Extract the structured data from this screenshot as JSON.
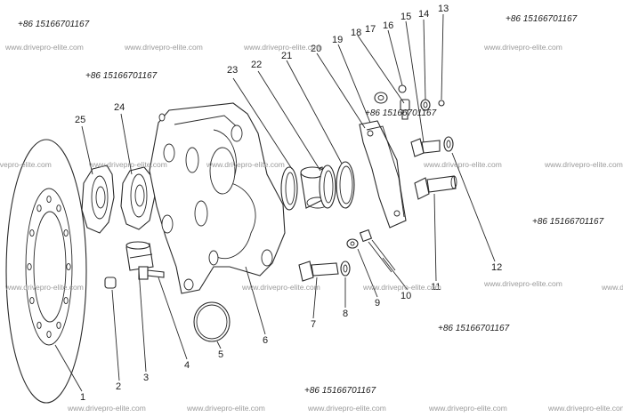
{
  "watermarks": {
    "phone": "+86 15166701167",
    "site": "www.drivepro-elite.com"
  },
  "callouts": [
    {
      "id": "1",
      "text": "1"
    },
    {
      "id": "2",
      "text": "2"
    },
    {
      "id": "3",
      "text": "3"
    },
    {
      "id": "4",
      "text": "4"
    },
    {
      "id": "5",
      "text": "5"
    },
    {
      "id": "6",
      "text": "6"
    },
    {
      "id": "7",
      "text": "7"
    },
    {
      "id": "8",
      "text": "8"
    },
    {
      "id": "9",
      "text": "9"
    },
    {
      "id": "10",
      "text": "10"
    },
    {
      "id": "11",
      "text": "11"
    },
    {
      "id": "12",
      "text": "12"
    },
    {
      "id": "13",
      "text": "13"
    },
    {
      "id": "14",
      "text": "14"
    },
    {
      "id": "15",
      "text": "15"
    },
    {
      "id": "16",
      "text": "16"
    },
    {
      "id": "17",
      "text": "17"
    },
    {
      "id": "18",
      "text": "18"
    },
    {
      "id": "19",
      "text": "19"
    },
    {
      "id": "20",
      "text": "20"
    },
    {
      "id": "21",
      "text": "21"
    },
    {
      "id": "22",
      "text": "22"
    },
    {
      "id": "23",
      "text": "23"
    },
    {
      "id": "24",
      "text": "24"
    },
    {
      "id": "25",
      "text": "25"
    }
  ],
  "colors": {
    "ink": "#2a2a2a",
    "watermark": "#9a9a9a"
  }
}
